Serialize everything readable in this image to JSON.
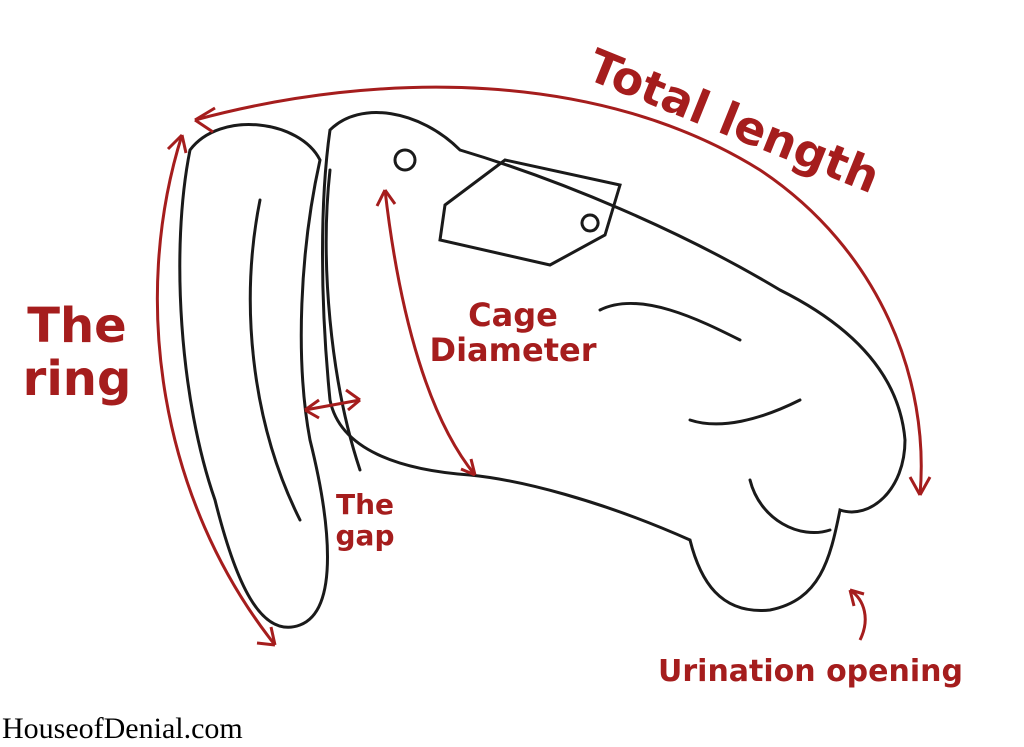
{
  "labels": {
    "total_length": "Total length",
    "the_ring": "The ring",
    "cage_diameter": "Cage Diameter",
    "the_gap": "The gap",
    "urination_opening": "Urination opening"
  },
  "watermark": "HouseofDenial.com",
  "colors": {
    "annotation": "#a51d1d",
    "sketch": "#1a1a1a"
  }
}
